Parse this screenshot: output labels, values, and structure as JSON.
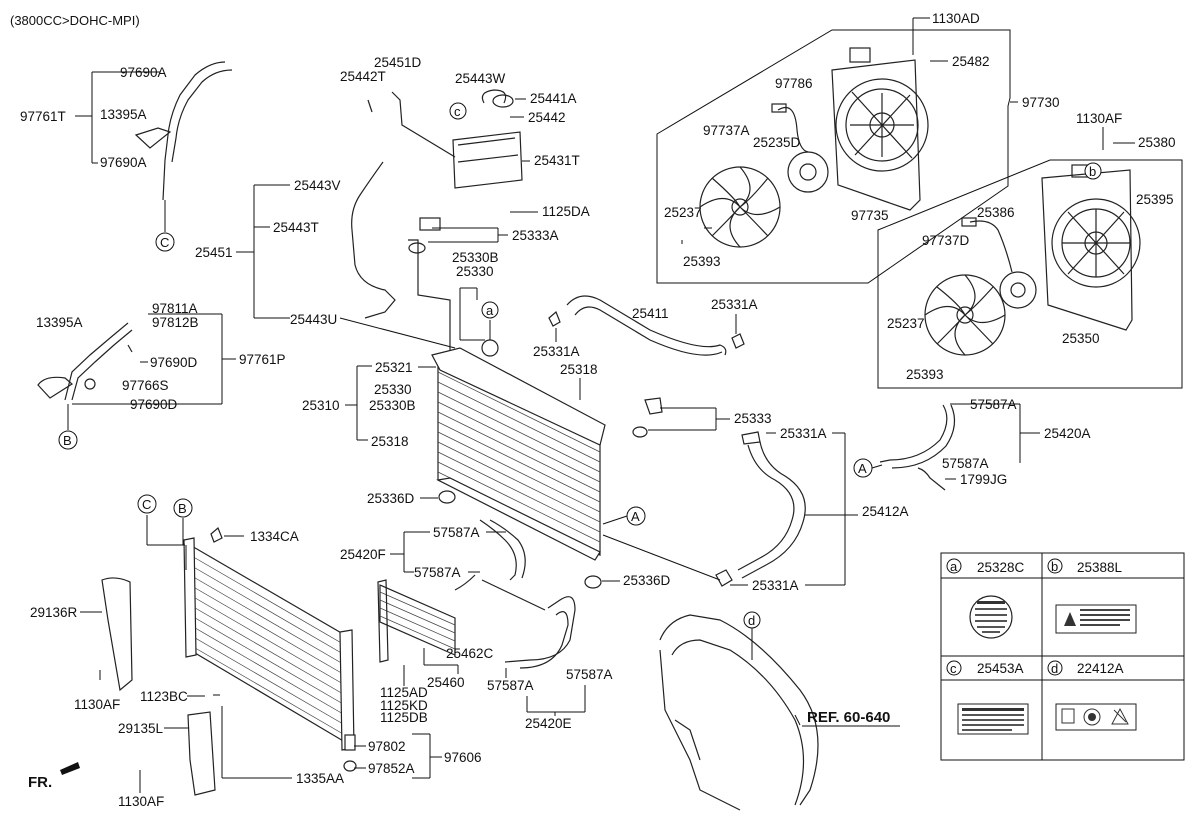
{
  "header": {
    "engine_spec": "(3800CC>DOHC-MPI)"
  },
  "front_indicator": "FR.",
  "reference_label": "REF. 60-640",
  "callouts": {
    "c1130AD": "1130AD",
    "c25482": "25482",
    "c97730": "97730",
    "c97786": "97786",
    "c97737A": "97737A",
    "c25235D": "25235D",
    "c25237a": "25237",
    "c25393a": "25393",
    "c97735": "97735",
    "c1130AF_top": "1130AF",
    "c25380": "25380",
    "c25395": "25395",
    "c25386": "25386",
    "c97737D": "97737D",
    "c25237b": "25237",
    "c25393b": "25393",
    "c25350": "25350",
    "c97690A_1": "97690A",
    "c97761T": "97761T",
    "c13395A_1": "13395A",
    "c97690A_2": "97690A",
    "c25451D": "25451D",
    "c25442T": "25442T",
    "c25443W": "25443W",
    "c25441A": "25441A",
    "c25442": "25442",
    "c25431T": "25431T",
    "c1125DA": "1125DA",
    "c25443V": "25443V",
    "c25443T": "25443T",
    "c25451": "25451",
    "c25443U": "25443U",
    "c25333A": "25333A",
    "c25330B_1": "25330B",
    "c25330_1": "25330",
    "c25411": "25411",
    "c25331A_1": "25331A",
    "c25331A_2": "25331A",
    "c97811A": "97811A",
    "c97812B": "97812B",
    "c13395A_2": "13395A",
    "c97690D_1": "97690D",
    "c97761P": "97761P",
    "c97766S": "97766S",
    "c97690D_2": "97690D",
    "c25321": "25321",
    "c25330_2": "25330",
    "c25310": "25310",
    "c25330B_2": "25330B",
    "c25318_1": "25318",
    "c25318_2": "25318",
    "c25333": "25333",
    "c25331A_3": "25331A",
    "c57587A_1": "57587A",
    "c25420A": "25420A",
    "c57587A_2": "57587A",
    "c1799JG": "1799JG",
    "c25412A": "25412A",
    "c25331A_4": "25331A",
    "c25336D_1": "25336D",
    "c25336D_2": "25336D",
    "c1334CA": "1334CA",
    "c57587A_3": "57587A",
    "c25420F": "25420F",
    "c57587A_4": "57587A",
    "c29136R": "29136R",
    "c1130AF_mid": "1130AF",
    "c1123BC": "1123BC",
    "c29135L": "29135L",
    "c1130AF_bot": "1130AF",
    "c25462C": "25462C",
    "c25460": "25460",
    "c1125AD": "1125AD",
    "c1125KD": "1125KD",
    "c1125DB": "1125DB",
    "c57587A_5": "57587A",
    "c57587A_6": "57587A",
    "c25420E": "25420E",
    "c97802": "97802",
    "c97606": "97606",
    "c97852A": "97852A",
    "c1335AA": "1335AA"
  },
  "circle_markers": {
    "a": "a",
    "b": "b",
    "c": "c",
    "d": "d",
    "A": "A",
    "B": "B",
    "C": "C"
  },
  "legend": {
    "a_key": "a",
    "a_code": "25328C",
    "b_key": "b",
    "b_code": "25388L",
    "c_key": "c",
    "c_code": "25453A",
    "d_key": "d",
    "d_code": "22412A"
  }
}
